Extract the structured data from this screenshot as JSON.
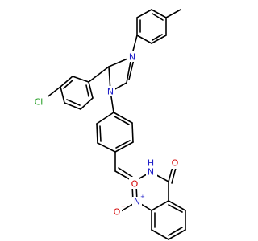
{
  "molecule": {
    "atom_labels": {
      "cl": "Cl",
      "n1": "N",
      "n2": "N",
      "nh": "N",
      "nh_h": "H",
      "n_imine": "N",
      "o_carbonyl": "O",
      "n_nitro": "N",
      "o_nitro_a": "O",
      "o_nitro_b": "O"
    },
    "charges": {
      "n_nitro": "+",
      "o_nitro_b": "−"
    },
    "colors": {
      "bond": "#000000",
      "carbon_label": "#000000",
      "nitrogen": "#2020c8",
      "oxygen": "#d40000",
      "chlorine": "#1a9a1a"
    }
  }
}
